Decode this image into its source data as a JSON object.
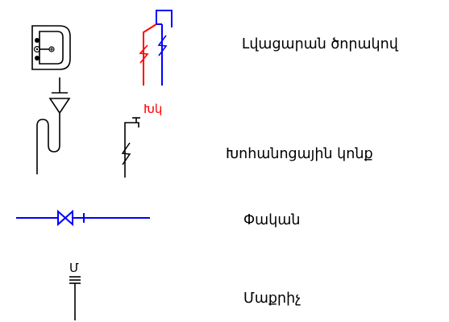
{
  "colors": {
    "hot": "#ff0000",
    "cold": "#0000ff",
    "symbol": "#000000",
    "background": "#ffffff"
  },
  "legend": {
    "washbasin": {
      "label": "Լվացարան ծորակով",
      "icon": "washbasin-icon"
    },
    "drain_pipe": {
      "label": "Խոհանոցային կոնք",
      "icon": "drain-trap-icon",
      "tag": "Խկ"
    },
    "valve": {
      "label": "Փական",
      "icon": "valve-icon"
    },
    "meter": {
      "label": "Մաքրիչ",
      "icon": "meter-icon",
      "tag": "Մ"
    }
  }
}
